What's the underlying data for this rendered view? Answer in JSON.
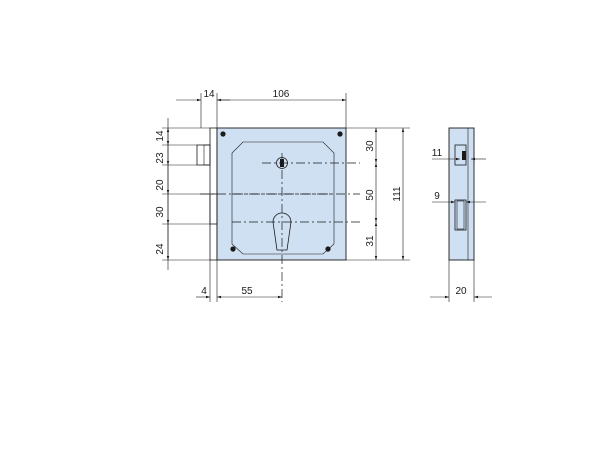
{
  "colors": {
    "plate_fill": "#cfe0f3",
    "outline": "#1a1a1a",
    "cut_fill": "#ffffff"
  },
  "dimensions": {
    "top_bolt_offset": "14",
    "top_width": "106",
    "left_14": "14",
    "left_23": "23",
    "left_20": "20",
    "left_30": "30",
    "left_24": "24",
    "right_30": "30",
    "right_50": "50",
    "right_31": "31",
    "right_111": "111",
    "bottom_4": "4",
    "bottom_55": "55",
    "side_11": "11",
    "side_9": "9",
    "side_20": "20"
  }
}
